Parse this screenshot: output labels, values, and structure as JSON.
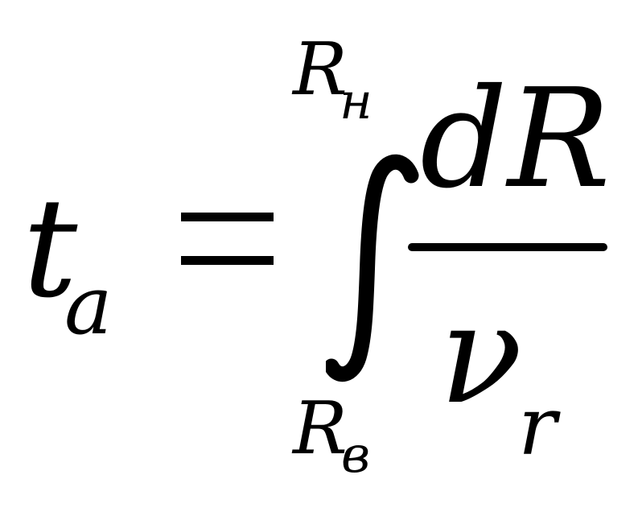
{
  "formula": {
    "lhs": {
      "symbol": "t",
      "subscript": "a"
    },
    "relation": "=",
    "integral": {
      "upper_limit": {
        "symbol": "R",
        "subscript": "н"
      },
      "lower_limit": {
        "symbol": "R",
        "subscript": "в"
      }
    },
    "fraction": {
      "numerator": "dR",
      "denominator": {
        "symbol": "ν",
        "subscript": "r"
      }
    }
  }
}
